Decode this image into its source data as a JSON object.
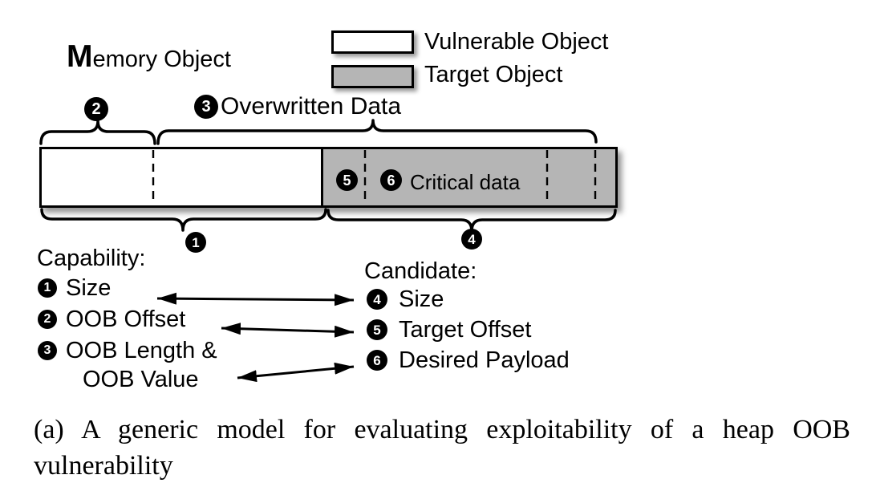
{
  "header": {
    "memory_object": {
      "initial": "M",
      "rest": "emory Object"
    }
  },
  "legend": {
    "items": [
      {
        "swatch": "white",
        "label": "Vulnerable Object"
      },
      {
        "swatch": "gray",
        "label": "Target Object"
      }
    ]
  },
  "bar": {
    "badge_1": "1",
    "badge_2": "2",
    "badge_4": "4",
    "badge_5": "5",
    "badge_6": "6",
    "overwritten": {
      "badge": "3",
      "label": "Overwritten Data"
    },
    "critical_data": "Critical data"
  },
  "capability": {
    "header": "Capability:",
    "items": [
      {
        "badge": "1",
        "label": "Size"
      },
      {
        "badge": "2",
        "label": "OOB Offset"
      },
      {
        "badge": "3",
        "label": "OOB Length &"
      },
      {
        "badge": "",
        "label": "OOB Value"
      }
    ]
  },
  "candidate": {
    "header": "Candidate:",
    "items": [
      {
        "badge": "4",
        "label": "Size"
      },
      {
        "badge": "5",
        "label": "Target Offset"
      },
      {
        "badge": "6",
        "label": "Desired Payload"
      }
    ]
  },
  "caption": {
    "line1": "(a) A generic model for evaluating exploitability of a heap OOB",
    "line2": "vulnerability"
  },
  "colors": {
    "target_object_gray": "#b5b5b5",
    "vulnerable_object_white": "#ffffff",
    "line_black": "#000000"
  }
}
